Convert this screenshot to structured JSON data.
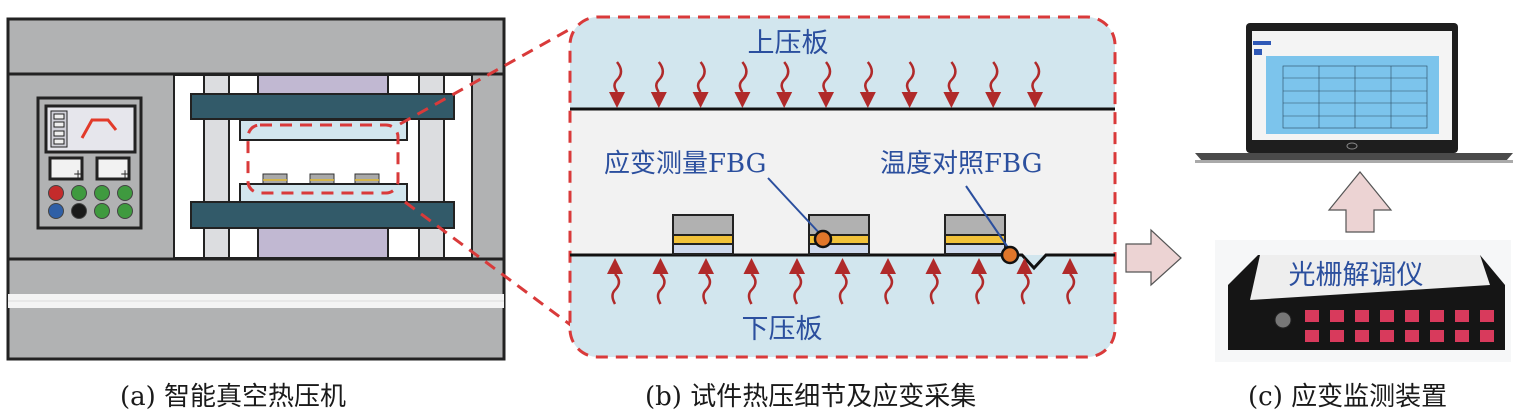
{
  "panels": {
    "a": {
      "caption": "(a) 智能真空热压机",
      "controller": {
        "display_curve": "heating-profile",
        "buttons": [
          {
            "name": "stop-button",
            "color": "#c42b2b"
          },
          {
            "name": "start-button-1",
            "color": "#3f9a3f"
          },
          {
            "name": "start-button-2",
            "color": "#3f9a3f"
          },
          {
            "name": "start-button-3",
            "color": "#3f9a3f"
          },
          {
            "name": "reset-button",
            "color": "#2f5fa6"
          },
          {
            "name": "selector-knob",
            "color": "#1a1a1a"
          },
          {
            "name": "start-button-4",
            "color": "#3f9a3f"
          },
          {
            "name": "start-button-5",
            "color": "#3f9a3f"
          }
        ]
      },
      "specimen_count": 3
    },
    "b": {
      "caption": "(b) 试件热压细节及应变采集",
      "upper_platen_label": "上压板",
      "lower_platen_label": "下压板",
      "strain_fbg_label": "应变测量FBG",
      "temp_fbg_label": "温度对照FBG",
      "heat_arrow_count_top": 11,
      "heat_arrow_count_bottom": 11,
      "specimen_count": 3
    },
    "c": {
      "caption": "(c) 应变监测装置",
      "interrogator_label": "光栅解调仪",
      "port_count": 16
    }
  },
  "colors": {
    "frame_gray": "#b1b2b3",
    "platen_teal": "#325a69",
    "platen_light": "#d2e6ee",
    "cylinder_purple": "#c1b8d2",
    "highlight_red": "#d93a3a",
    "heat_arrow": "#b02a2a",
    "label_blue": "#2b4f9e",
    "fbg_orange": "#e0762a",
    "adhesive_yellow": "#f2c23a",
    "flow_arrow_fill": "#ecd3d3",
    "screen_blue": "#7cc4ec"
  }
}
